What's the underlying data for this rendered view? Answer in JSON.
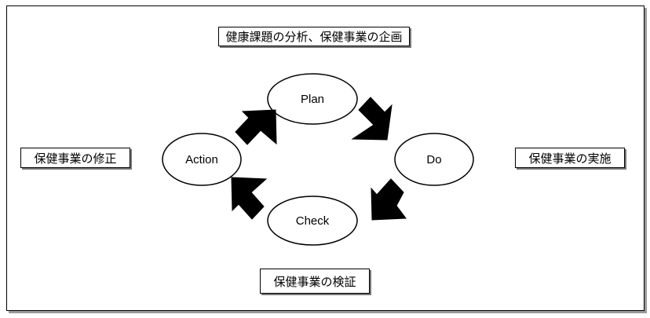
{
  "diagram": {
    "cycle_nodes": {
      "plan": "Plan",
      "do": "Do",
      "check": "Check",
      "action": "Action"
    },
    "labels": {
      "top": "健康課題の分析、保健事業の企画",
      "right": "保健事業の実施",
      "bottom": "保健事業の検証",
      "left": "保健事業の修正"
    }
  }
}
